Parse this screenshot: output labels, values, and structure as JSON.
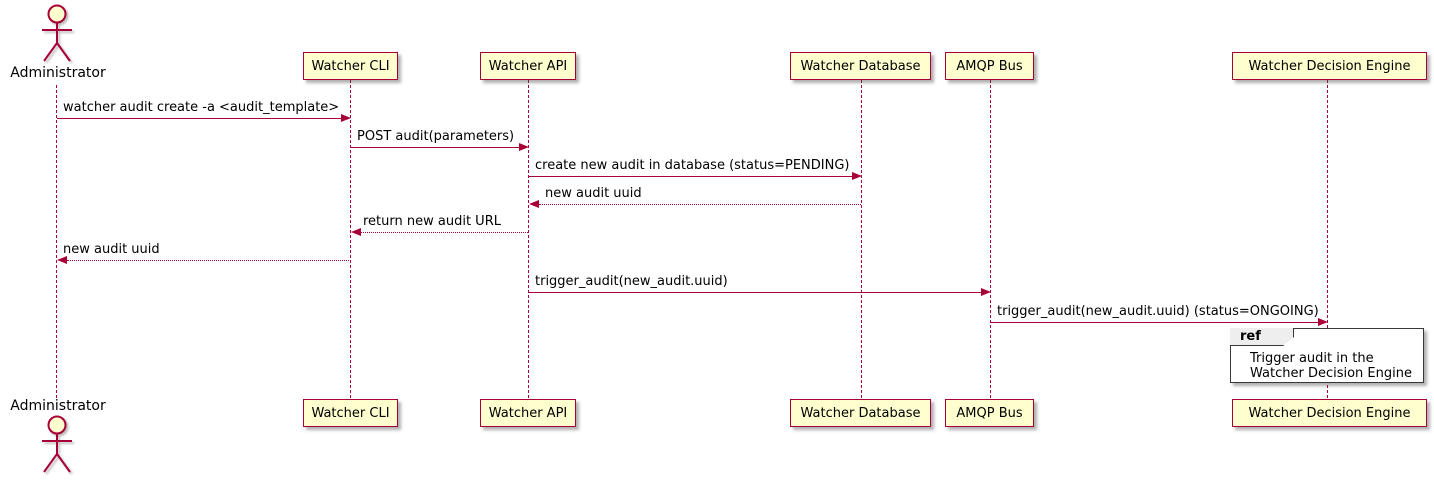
{
  "diagram_type": "sequence-diagram",
  "participants": [
    {
      "label": "Administrator",
      "type": "actor"
    },
    {
      "label": "Watcher CLI",
      "type": "participant"
    },
    {
      "label": "Watcher API",
      "type": "participant"
    },
    {
      "label": "Watcher Database",
      "type": "participant"
    },
    {
      "label": "AMQP Bus",
      "type": "participant"
    },
    {
      "label": "Watcher Decision Engine",
      "type": "participant"
    }
  ],
  "messages": [
    {
      "from": "Administrator",
      "to": "Watcher CLI",
      "label": "watcher audit create -a <audit_template>",
      "line": "solid"
    },
    {
      "from": "Watcher CLI",
      "to": "Watcher API",
      "label": "POST audit(parameters)",
      "line": "solid"
    },
    {
      "from": "Watcher API",
      "to": "Watcher Database",
      "label": "create new audit in database (status=PENDING)",
      "line": "solid"
    },
    {
      "from": "Watcher Database",
      "to": "Watcher API",
      "label": "new audit uuid",
      "line": "dotted"
    },
    {
      "from": "Watcher API",
      "to": "Watcher CLI",
      "label": "return new audit URL",
      "line": "dotted"
    },
    {
      "from": "Watcher CLI",
      "to": "Administrator",
      "label": "new audit uuid",
      "line": "dotted"
    },
    {
      "from": "Watcher API",
      "to": "AMQP Bus",
      "label": "trigger_audit(new_audit.uuid)",
      "line": "solid"
    },
    {
      "from": "AMQP Bus",
      "to": "Watcher Decision Engine",
      "label": "trigger_audit(new_audit.uuid) (status=ONGOING)",
      "line": "solid"
    }
  ],
  "ref_box": {
    "keyword": "ref",
    "line1": "Trigger audit in the",
    "line2": "Watcher Decision Engine"
  },
  "colors": {
    "participant_fill": "#FEFECE",
    "participant_border": "#A80036",
    "arrow": "#A80036",
    "lifeline": "#A80036",
    "ref_border": "#383838",
    "ref_header_fill": "#EEEEEE",
    "text": "#000000",
    "background": "#FFFFFF"
  }
}
